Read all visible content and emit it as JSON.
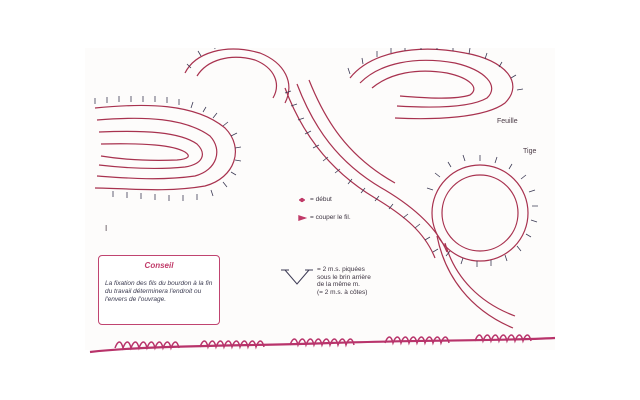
{
  "labels": {
    "feuille": "Feuille",
    "tige": "Tige",
    "start_mark": "I"
  },
  "legend": {
    "debut": "= début",
    "couper": "= couper le fil."
  },
  "conseil": {
    "title": "Conseil",
    "text": "La fixation des fils du bourdon à la fin du travail déterminera l'endroit ou l'envers de l'ouvrage."
  },
  "symbol_note": {
    "line1": "= 2 m.s. piquées",
    "line2": "sous le brin arrière",
    "line3": "de la même m.",
    "line4": "(= 2 m.s. à côtes)"
  },
  "colors": {
    "chart_line": "#a8324f",
    "stitch_ink": "#3d3b55",
    "accent": "#c03a68",
    "bottom_band": "#b8336a"
  }
}
